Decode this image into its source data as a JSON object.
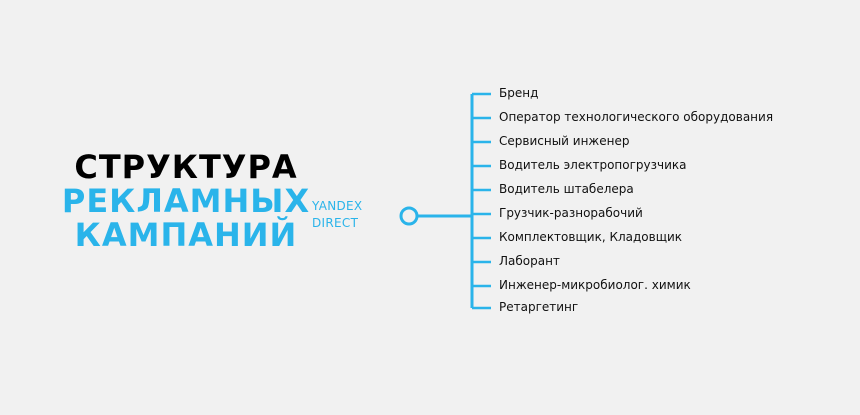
{
  "title": {
    "line1": "СТРУКТУРА",
    "line2": "РЕКЛАМНЫХ",
    "line3": "КАМПАНИЙ"
  },
  "source": {
    "line1": "YANDEX",
    "line2": "DIRECT"
  },
  "items": [
    "Бренд",
    "Оператор технологического оборудования",
    "Сервисный инженер",
    "Водитель электропогрузчика",
    "Водитель штабелера",
    "Грузчик-разнорабочий",
    "Комплектовщик, Кладовщик",
    "Лаборант",
    "Инженер-микробиолог. химик",
    "Ретаргетинг"
  ],
  "colors": {
    "accent": "#2ab4ea",
    "background": "#f1f1f1",
    "text": "#111111"
  }
}
